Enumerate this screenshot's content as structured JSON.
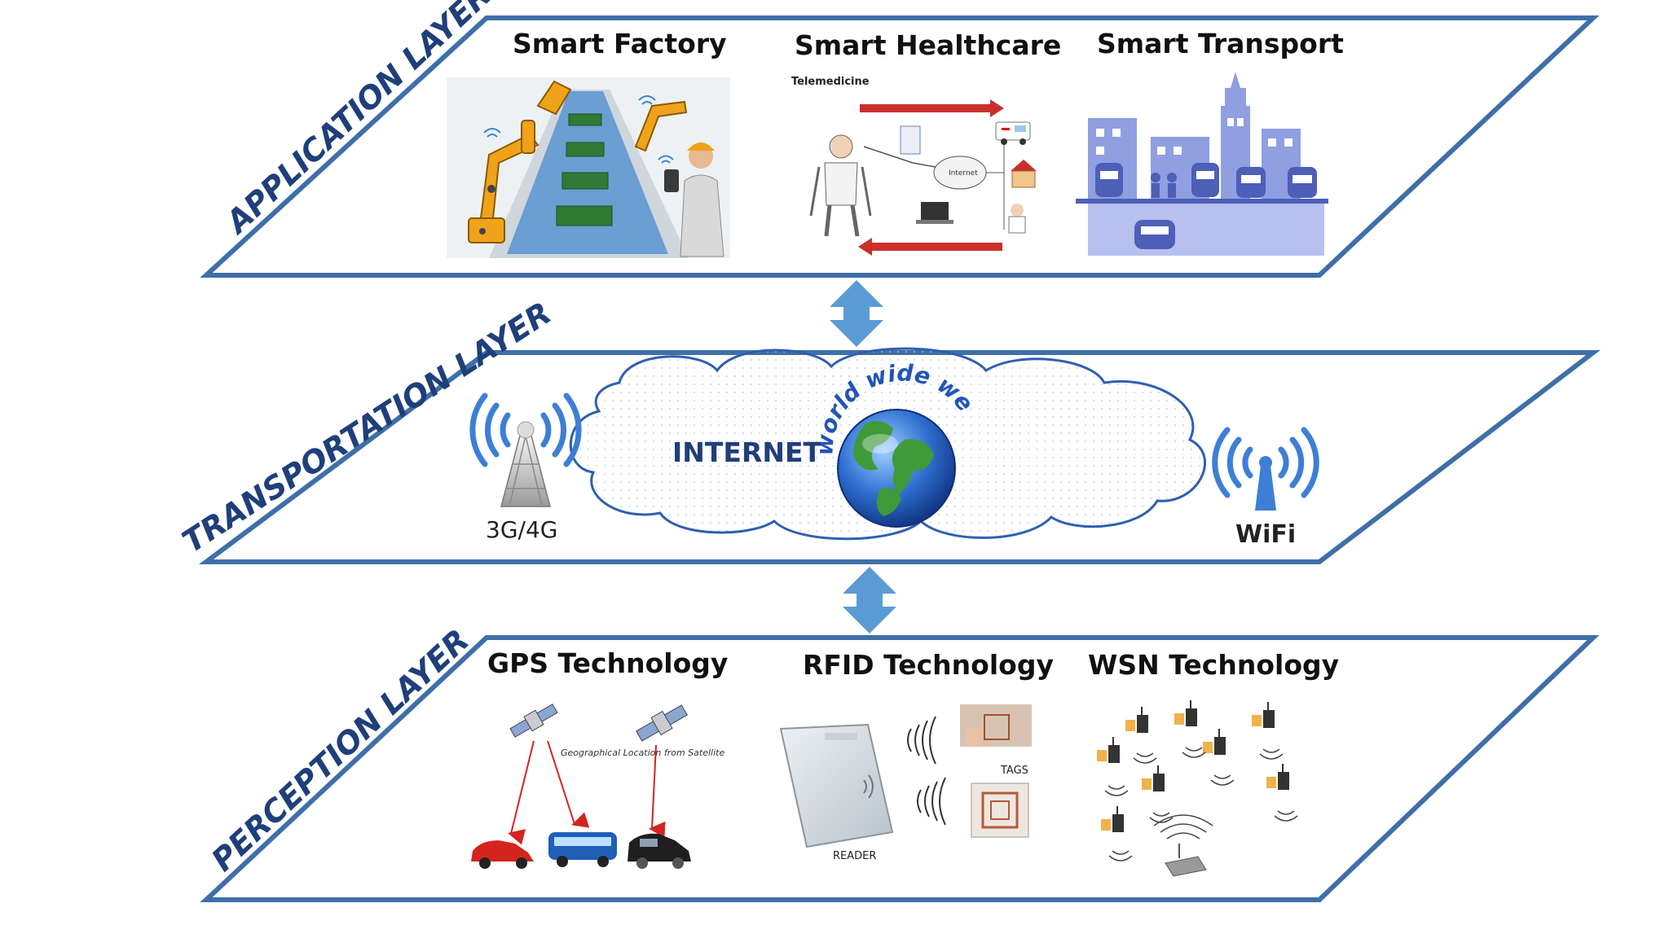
{
  "layers": {
    "application": {
      "label": "APPLICATION LAYER",
      "items": [
        {
          "title": "Smart Factory"
        },
        {
          "title": "Smart Healthcare",
          "subtitle": "Telemedicine"
        },
        {
          "title": "Smart Transport"
        }
      ]
    },
    "transportation": {
      "label": "TRANSPORTATION  LAYER",
      "internet_label": "INTERNET",
      "globe_label": "world wide web",
      "cell_label": "3G/4G",
      "wifi_label": "WiFi"
    },
    "perception": {
      "label": "PERCEPTION LAYER",
      "items": [
        {
          "title": "GPS Technology",
          "note": "Geographical Location from Satellite"
        },
        {
          "title": "RFID Technology",
          "tags_label": "TAGS",
          "reader_label": "READER"
        },
        {
          "title": "WSN Technology"
        }
      ]
    }
  },
  "colors": {
    "frame_border": "#3f6fa8",
    "layer_text": "#1f3f7a",
    "arrow": "#5b9bd5",
    "transport_icon": "#8f9fe0",
    "signal": "#3d7fd6"
  }
}
